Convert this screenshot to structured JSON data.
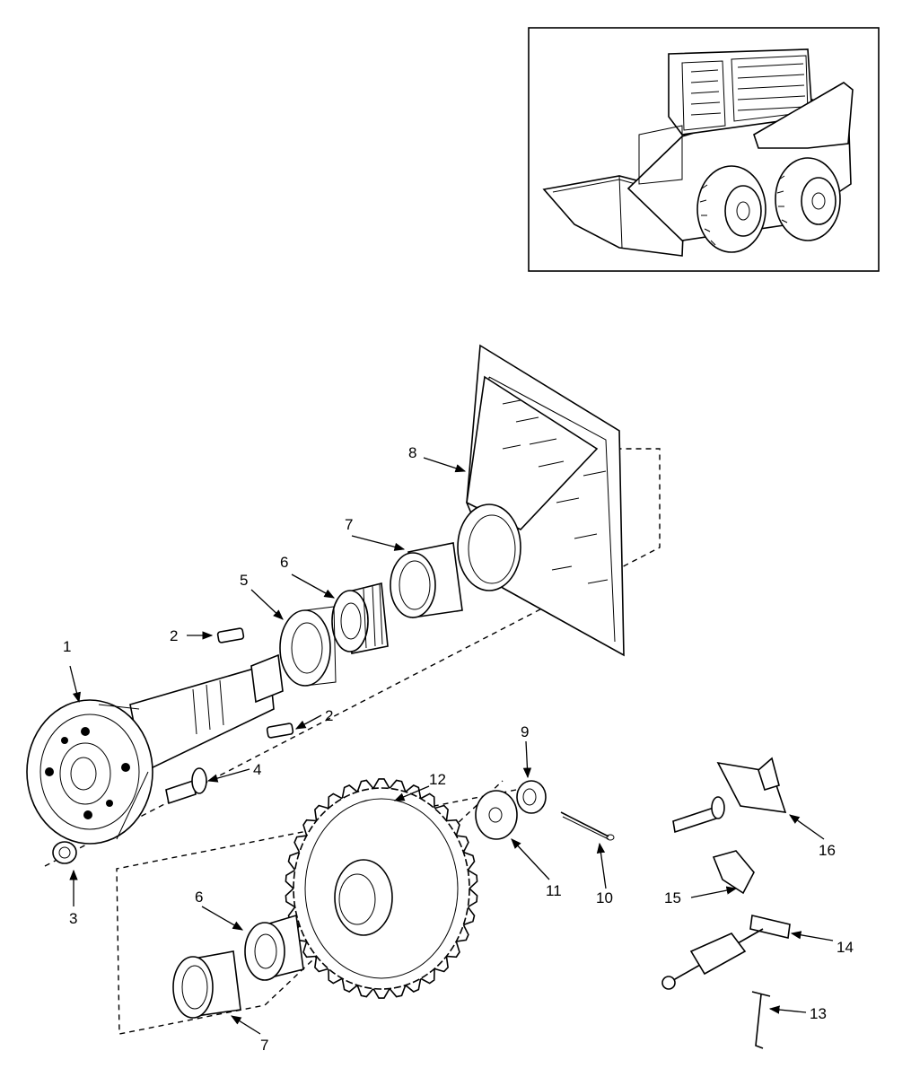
{
  "callouts": {
    "c1": "1",
    "c2a": "2",
    "c2b": "2",
    "c3": "3",
    "c4": "4",
    "c5": "5",
    "c6a": "6",
    "c6b": "6",
    "c7a": "7",
    "c7b": "7",
    "c8": "8",
    "c9": "9",
    "c10": "10",
    "c11": "11",
    "c12": "12",
    "c13": "13",
    "c14": "14",
    "c15": "15",
    "c16": "16"
  },
  "icons": {
    "machine": "skid-steer-loader-icon",
    "axle": "axle-shaft-icon",
    "housing": "axle-housing-icon",
    "sprocket": "sprocket-gear-icon"
  }
}
